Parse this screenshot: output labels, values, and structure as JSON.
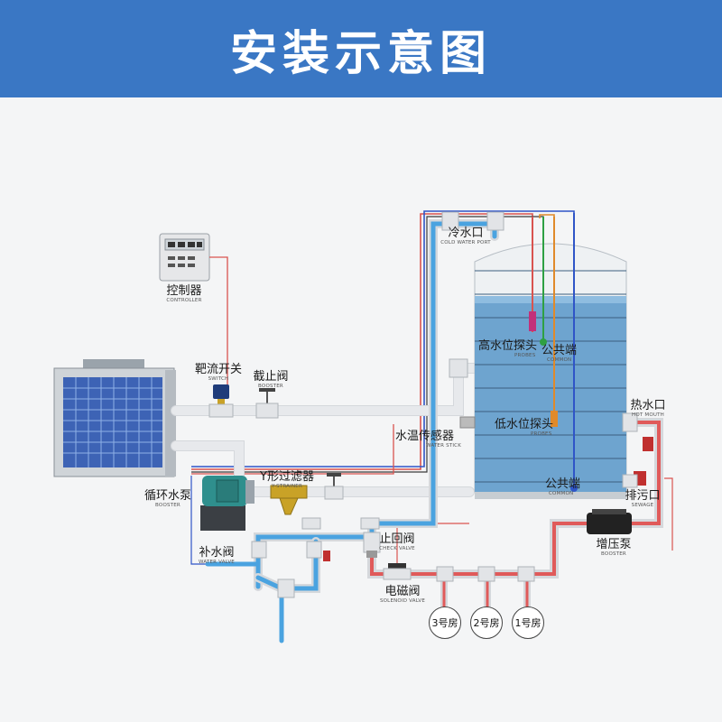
{
  "title": "安装示意图",
  "labels": {
    "controller": {
      "zh": "控制器",
      "en": "CONTROLLER"
    },
    "switch": {
      "zh": "靶流开关",
      "en": "SWITCH"
    },
    "stop_valve": {
      "zh": "截止阀",
      "en": "BOOSTER"
    },
    "cold_water_port": {
      "zh": "冷水口",
      "en": "COLD WATER PORT"
    },
    "high_level_probe": {
      "zh": "高水位探头",
      "en": "PROBES"
    },
    "common_upper": {
      "zh": "公共端",
      "en": "COMMON"
    },
    "low_level_probe": {
      "zh": "低水位探头",
      "en": "PROBES"
    },
    "water_temp_sensor": {
      "zh": "水温传感器",
      "en": "WATER STICK"
    },
    "common_lower": {
      "zh": "公共端",
      "en": "COMMON"
    },
    "hot_water_outlet": {
      "zh": "热水口",
      "en": "HOT MOUTH"
    },
    "sewage": {
      "zh": "排污口",
      "en": "SEWAGE"
    },
    "booster_pump": {
      "zh": "增压泵",
      "en": "BOOSTER"
    },
    "circulation_pump": {
      "zh": "循环水泵",
      "en": "BOOSTER"
    },
    "y_strainer": {
      "zh": "Y形过滤器",
      "en": "Y-STRAINER"
    },
    "makeup_valve": {
      "zh": "补水阀",
      "en": "WATER VALVE"
    },
    "check_valve": {
      "zh": "止回阀",
      "en": "CHECK VALVE"
    },
    "solenoid_valve": {
      "zh": "电磁阀",
      "en": "SOLENOID VALVE"
    }
  },
  "rooms": [
    "3号房",
    "2号房",
    "1号房"
  ],
  "colors": {
    "header": "#3a77c4",
    "cold_pipe": "#4aa3e0",
    "hot_pipe": "#e05a5a",
    "tank_water": "#6ea4cf"
  }
}
